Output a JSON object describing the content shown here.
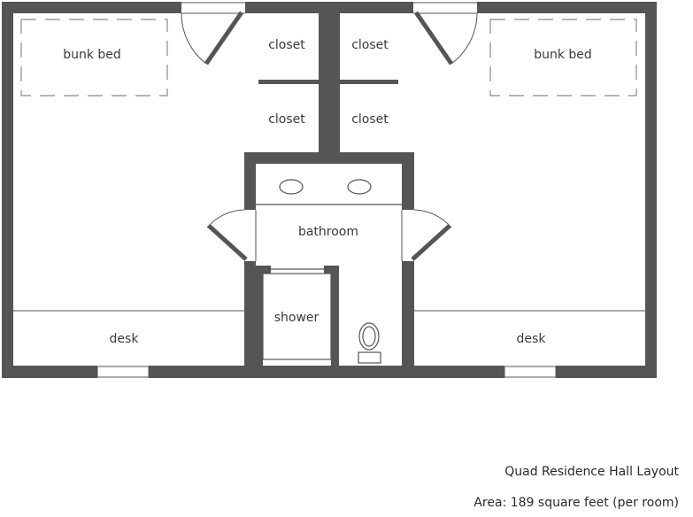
{
  "labels": {
    "bunk_bed_left": "bunk bed",
    "bunk_bed_right": "bunk bed",
    "closet_top_left": "closet",
    "closet_top_right": "closet",
    "closet_bottom_left": "closet",
    "closet_bottom_right": "closet",
    "bathroom": "bathroom",
    "shower": "shower",
    "desk_left": "desk",
    "desk_right": "desk"
  },
  "caption": {
    "title": "Quad Residence Hall Layout",
    "area": "Area: 189 square feet (per room)"
  },
  "colors": {
    "wall": "#555555",
    "line": "#555555",
    "dash": "#8a8a8a",
    "text": "#3a3a3a"
  }
}
